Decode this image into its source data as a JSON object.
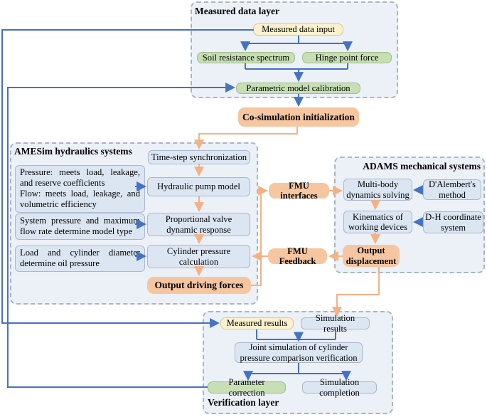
{
  "colors": {
    "blue_arrow": "#4472C4",
    "orange_arrow": "#F4B183",
    "orange_box_fill": "#F6C6A1",
    "blue_box_fill": "#DCE6F2",
    "green_box_fill": "#C8DFB5",
    "yellow_box_fill": "#FBF1CE",
    "panel_fill": "#ECF1F8",
    "panel_border": "#ACB5BE"
  },
  "panels": {
    "measured": {
      "title": "Measured data layer"
    },
    "amesim": {
      "title": "AMESim hydraulics systems"
    },
    "adams": {
      "title": "ADAMS mechanical systems"
    },
    "verification": {
      "title": "Verification layer"
    }
  },
  "nodes": {
    "measured_data_input": "Measured data input",
    "soil_resistance_spectrum": "Soil resistance spectrum",
    "hinge_point_force": "Hinge point force",
    "parametric_model_calibration": "Parametric model calibration",
    "co_simulation_initialization": "Co-simulation initialization",
    "time_step_synchronization": "Time-step synchronization",
    "pressure_note_line1": "Pressure: meets load, leakage, and reserve coefficients",
    "pressure_note_line2": "Flow: meets load, leakage, and volumetric efficiency",
    "system_pressure_note": "System pressure and maximum flow rate determine model type",
    "load_cylinder_note": "Load and cylinder diameter determine oil pressure",
    "hydraulic_pump_model": "Hydraulic pump model",
    "proportional_valve_dynamic_response": "Proportional valve dynamic response",
    "cylinder_pressure_calculation": "Cylinder pressure calculation",
    "output_driving_forces": "Output driving forces",
    "fmu_interfaces": "FMU interfaces",
    "fmu_feedback": "FMU Feedback",
    "multi_body_dynamics_solving": "Multi-body dynamics solving",
    "dalemberts_method": "D'Alembert's method",
    "kinematics_of_working_devices": "Kinematics of working devices",
    "dh_coordinate_system": "D-H coordinate system",
    "output_displacement": "Output displacement",
    "measured_results": "Measured results",
    "simulation_results": "Simulation results",
    "joint_simulation_verification": "Joint simulation of cylinder pressure comparison verification",
    "parameter_correction": "Parameter correction",
    "simulation_completion": "Simulation completion"
  }
}
